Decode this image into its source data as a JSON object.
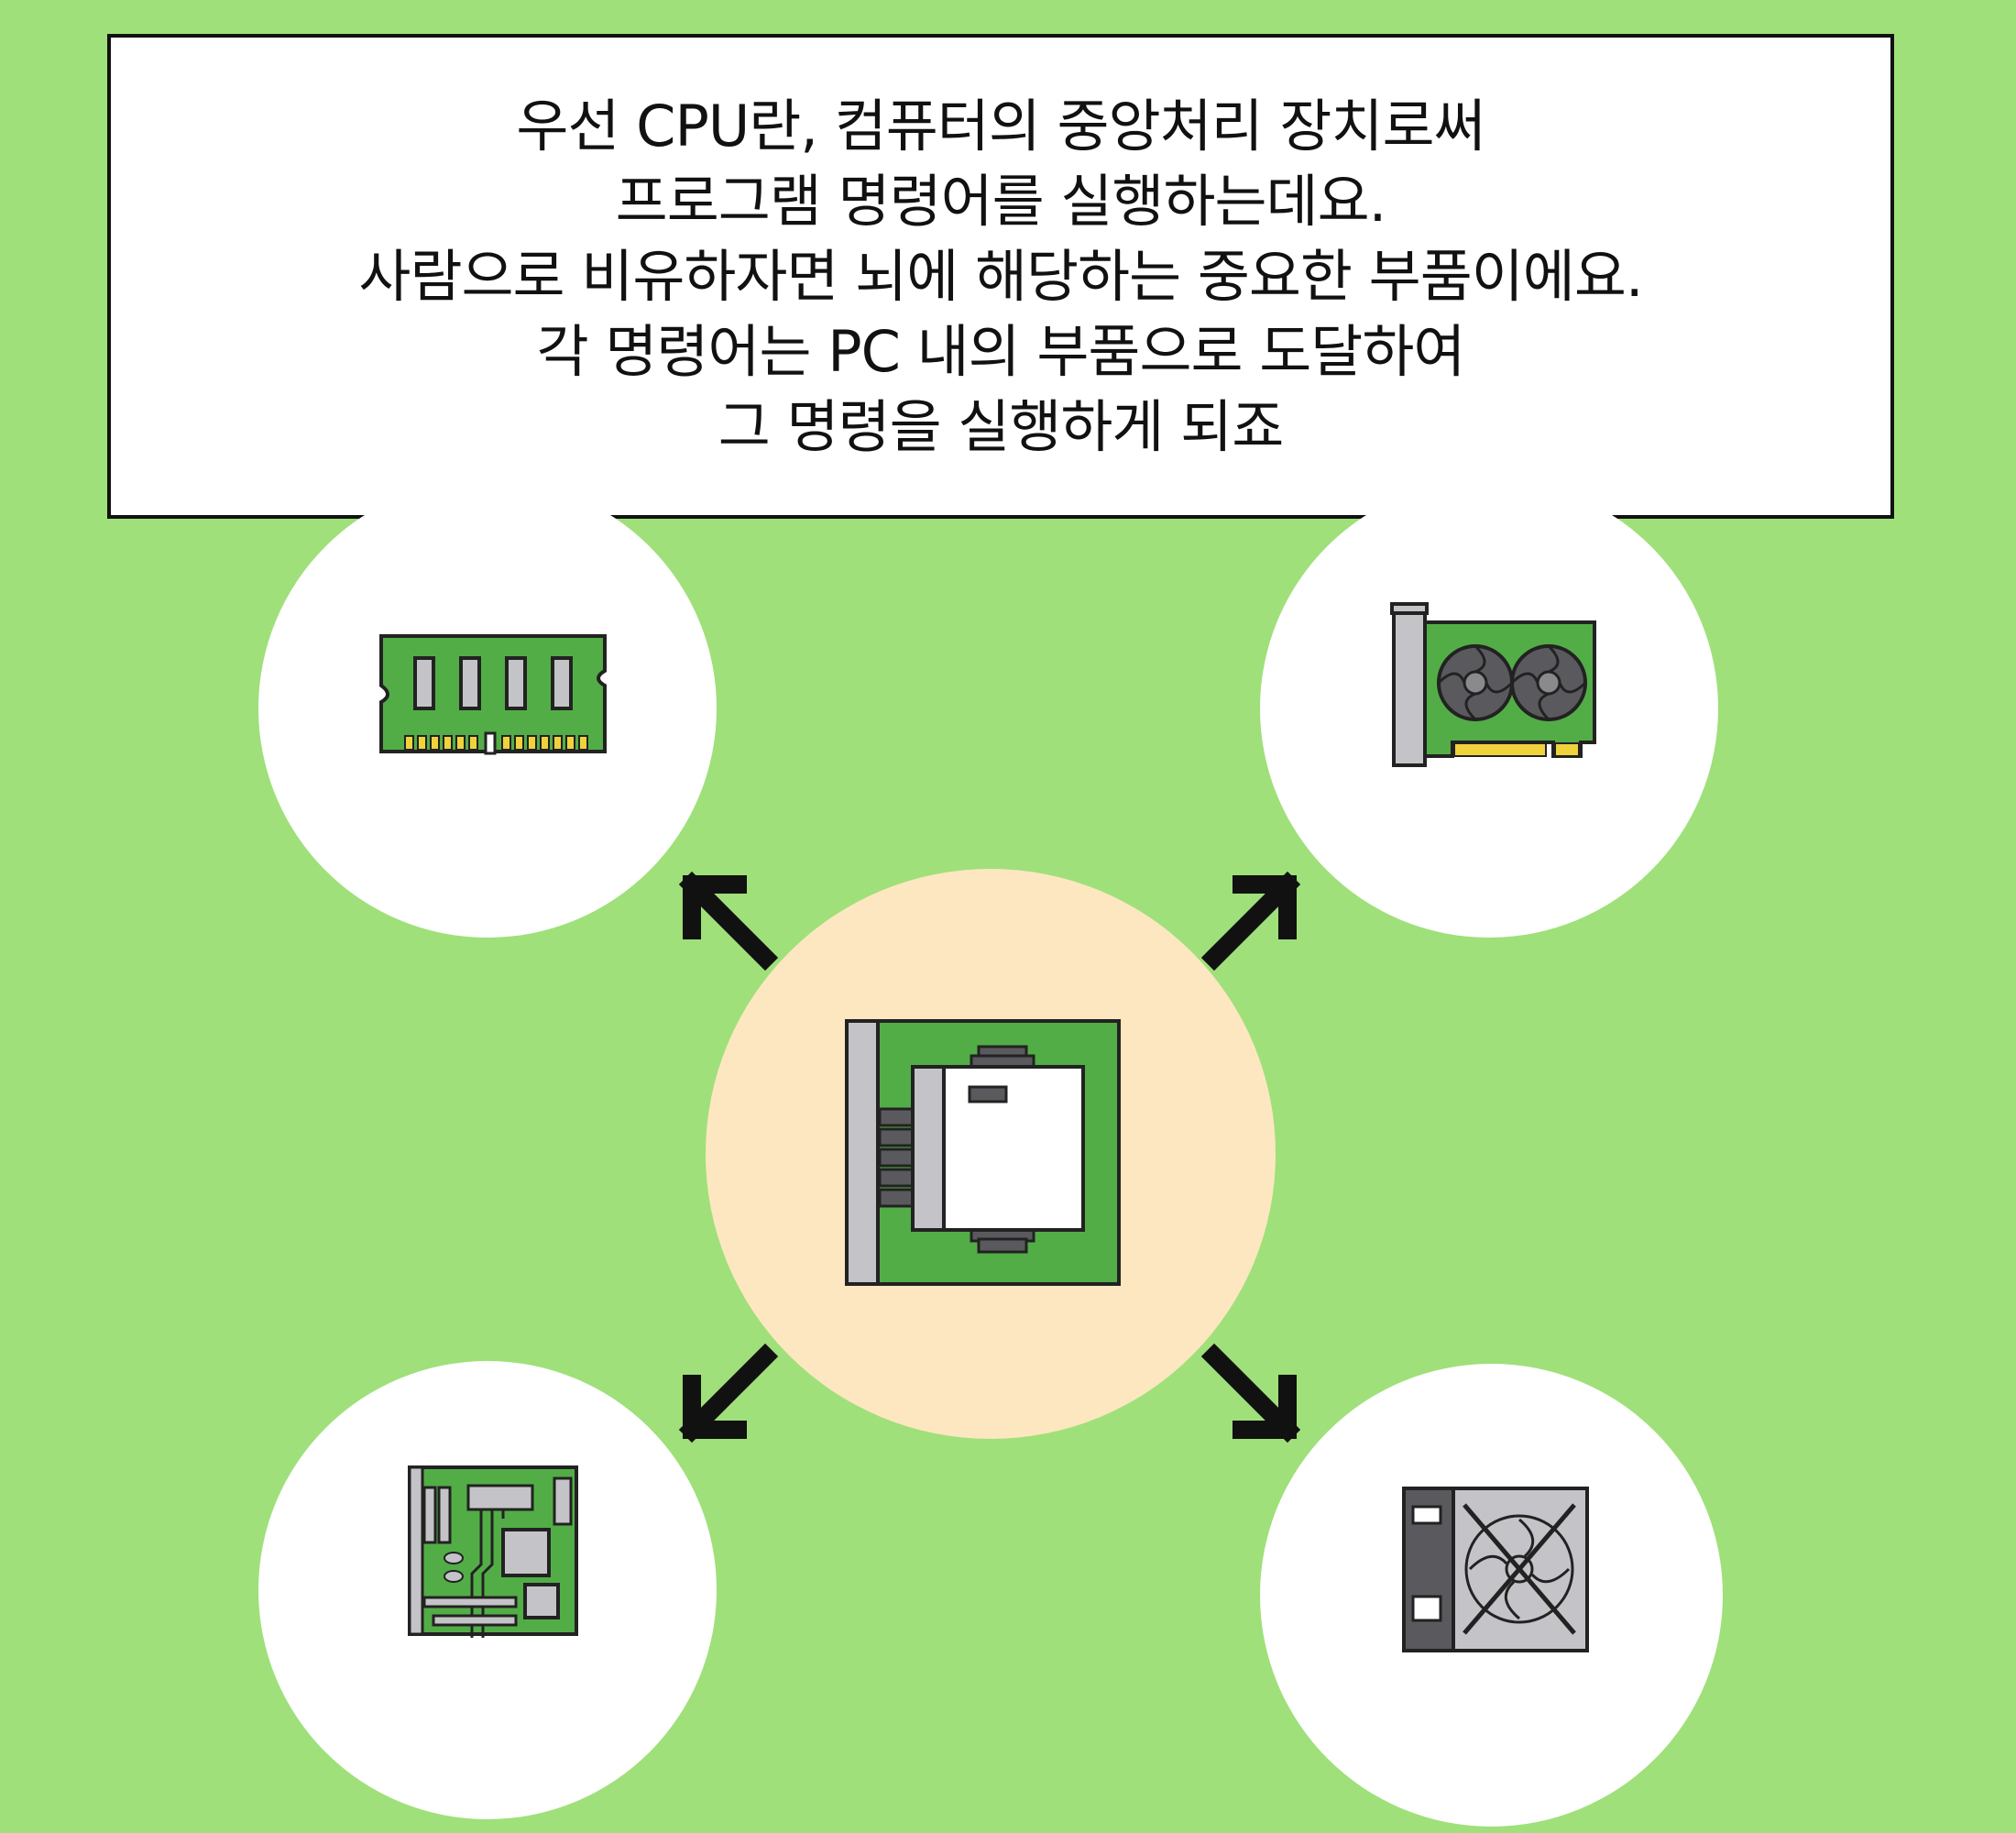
{
  "caption": {
    "lines": [
      "우선 CPU란, 컴퓨터의 중앙처리 장치로써",
      "프로그램 명령어를 실행하는데요.",
      "사람으로 비유하자면 뇌에 해당하는 중요한 부품이에요.",
      "각 명령어는 PC 내의 부품으로 도달하여",
      "그 명령을 실행하게 되죠"
    ]
  },
  "diagram": {
    "center": {
      "component": "cpu",
      "icon": "cpu-icon"
    },
    "components": [
      {
        "position": "top-left",
        "icon": "ram-icon"
      },
      {
        "position": "top-right",
        "icon": "graphics-card-icon"
      },
      {
        "position": "bottom-left",
        "icon": "motherboard-icon"
      },
      {
        "position": "bottom-right",
        "icon": "power-supply-icon"
      }
    ]
  },
  "colors": {
    "background": "#9fe07a",
    "center_circle": "#fde7c0",
    "outer_circle": "#ffffff",
    "pcb_green": "#52ad47",
    "arrow": "#111111"
  }
}
